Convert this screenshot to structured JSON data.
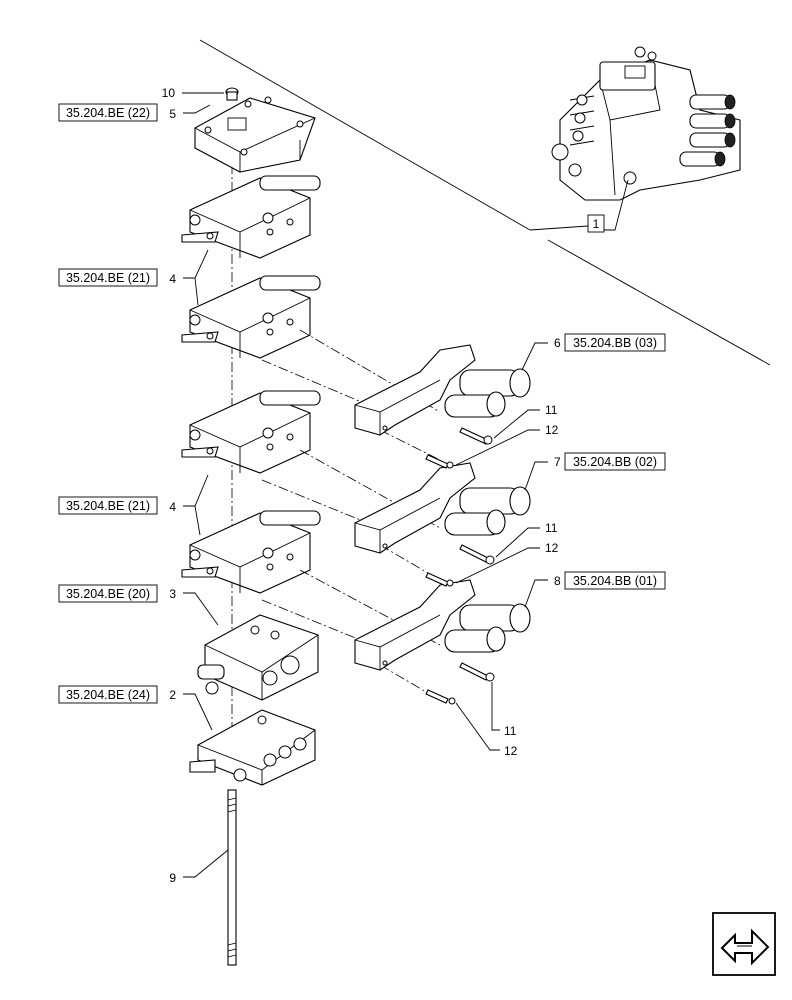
{
  "references": {
    "cover": "35.204.BE (22)",
    "spool_upper": "35.204.BE (21)",
    "spool_lower": "35.204.BE (21)",
    "inlet": "35.204.BE (20)",
    "base": "35.204.BE (24)",
    "coupler_3": "35.204.BB (03)",
    "coupler_2": "35.204.BB (02)",
    "coupler_1": "35.204.BB (01)"
  },
  "callouts": {
    "c10": "10",
    "c5": "5",
    "c4a": "4",
    "c4b": "4",
    "c3": "3",
    "c2": "2",
    "c9": "9",
    "c1": "1",
    "c6": "6",
    "c7": "7",
    "c8": "8",
    "c11a": "11",
    "c12a": "12",
    "c11b": "11",
    "c12b": "12",
    "c11c": "11",
    "c12c": "12"
  },
  "icons": {
    "nav": "next-page-arrow-icon"
  }
}
